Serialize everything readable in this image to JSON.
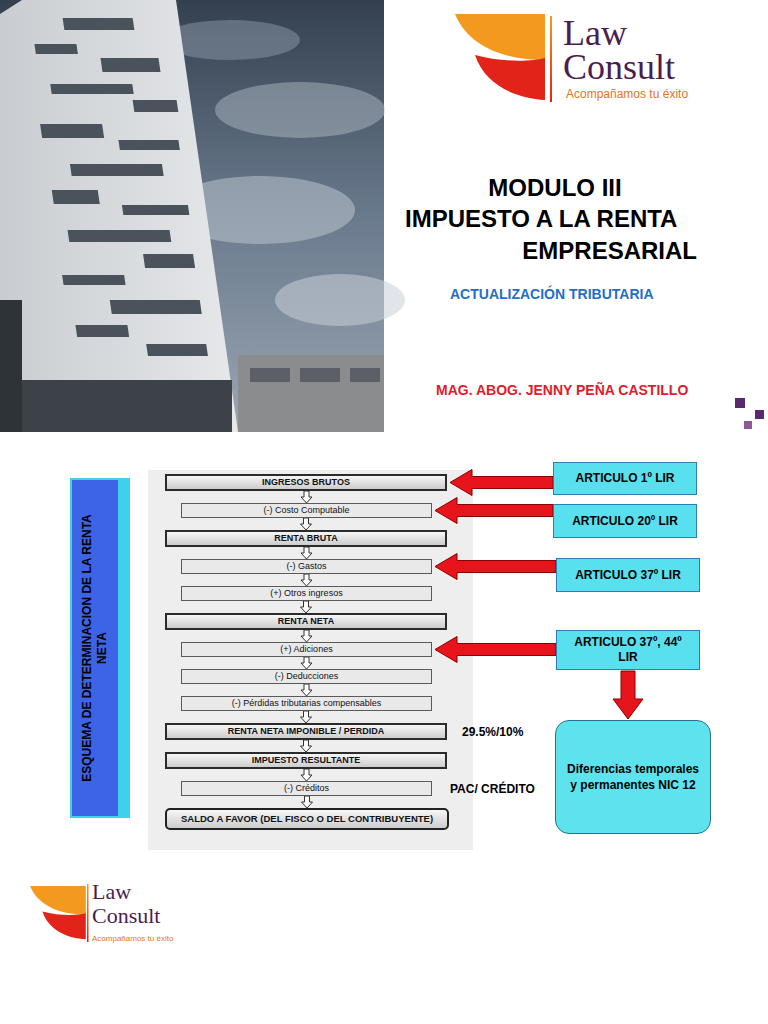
{
  "diagram": {
    "title": "MODULO III",
    "nodes": [
      {
        "text": [
          "ESQUEMA DE DETERMINACION DE LA RENTA NETA"
        ]
      },
      {
        "text": [
          "INGRESOS BRUTOS"
        ]
      },
      {
        "text": [
          "(-) Costo Computable"
        ]
      },
      {
        "text": [
          "RENTA BRUTA"
        ]
      },
      {
        "text": [
          "(-) Gastos"
        ]
      },
      {
        "text": [
          "(+) Otros ingresos"
        ]
      },
      {
        "text": [
          "RENTA NETA"
        ]
      },
      {
        "text": [
          "(+) Adiciones"
        ]
      },
      {
        "text": [
          "(-) Deducciones"
        ]
      },
      {
        "text": [
          "(-) Pérdidas tributarias compensables"
        ]
      },
      {
        "text": [
          "RENTA NETA IMPONIBLE / PERDIDA"
        ]
      },
      {
        "text": [
          "IMPUESTO RESULTANTE"
        ]
      },
      {
        "text": [
          "(-) Créditos"
        ]
      },
      {
        "text": [
          "SALDO A FAVOR (DEL FISCO O DEL CONTRIBUYENTE)"
        ]
      },
      {
        "text": [
          "ARTICULO 1º LIR"
        ]
      },
      {
        "text": [
          "ARTICULO 20º LIR"
        ]
      },
      {
        "text": [
          "ARTICULO 37º LIR"
        ]
      },
      {
        "text": [
          "ARTICULO 37º, 44º LIR"
        ]
      },
      {
        "text": [
          "Diferencias temporales y permanentes NIC 12"
        ]
      }
    ],
    "edges": [
      {
        "from": 1,
        "to": 2,
        "arrow": "to"
      },
      {
        "from": 2,
        "to": 3,
        "arrow": "to"
      },
      {
        "from": 3,
        "to": 4,
        "arrow": "to"
      },
      {
        "from": 4,
        "to": 5,
        "arrow": "to"
      },
      {
        "from": 5,
        "to": 6,
        "arrow": "to"
      },
      {
        "from": 6,
        "to": 7,
        "arrow": "to"
      },
      {
        "from": 7,
        "to": 8,
        "arrow": "to"
      },
      {
        "from": 8,
        "to": 9,
        "arrow": "to"
      },
      {
        "from": 9,
        "to": 10,
        "arrow": "to"
      },
      {
        "from": 10,
        "to": 11,
        "arrow": "to"
      },
      {
        "from": 11,
        "to": 12,
        "arrow": "to"
      },
      {
        "from": 12,
        "to": 13,
        "arrow": "to"
      },
      {
        "from": 14,
        "to": 1,
        "arrow": "to"
      },
      {
        "from": 15,
        "to": 2,
        "arrow": "to"
      },
      {
        "from": 16,
        "to": 4,
        "arrow": "to"
      },
      {
        "from": 17,
        "to": 7,
        "arrow": "to"
      },
      {
        "from": 17,
        "to": 18,
        "arrow": "to"
      }
    ],
    "labels": [
      "IMPUESTO A LA RENTA EMPRESARIAL",
      "ACTUALIZACIÓN TRIBUTARIA",
      "MAG. ABOG. JENNY PEÑA CASTILLO",
      "Law Consult",
      "Acompañamos tu éxito",
      "29.5%/10%",
      "PAC/ CRÉDITO",
      "Law Consult",
      "Acompañamos tu éxito"
    ]
  }
}
